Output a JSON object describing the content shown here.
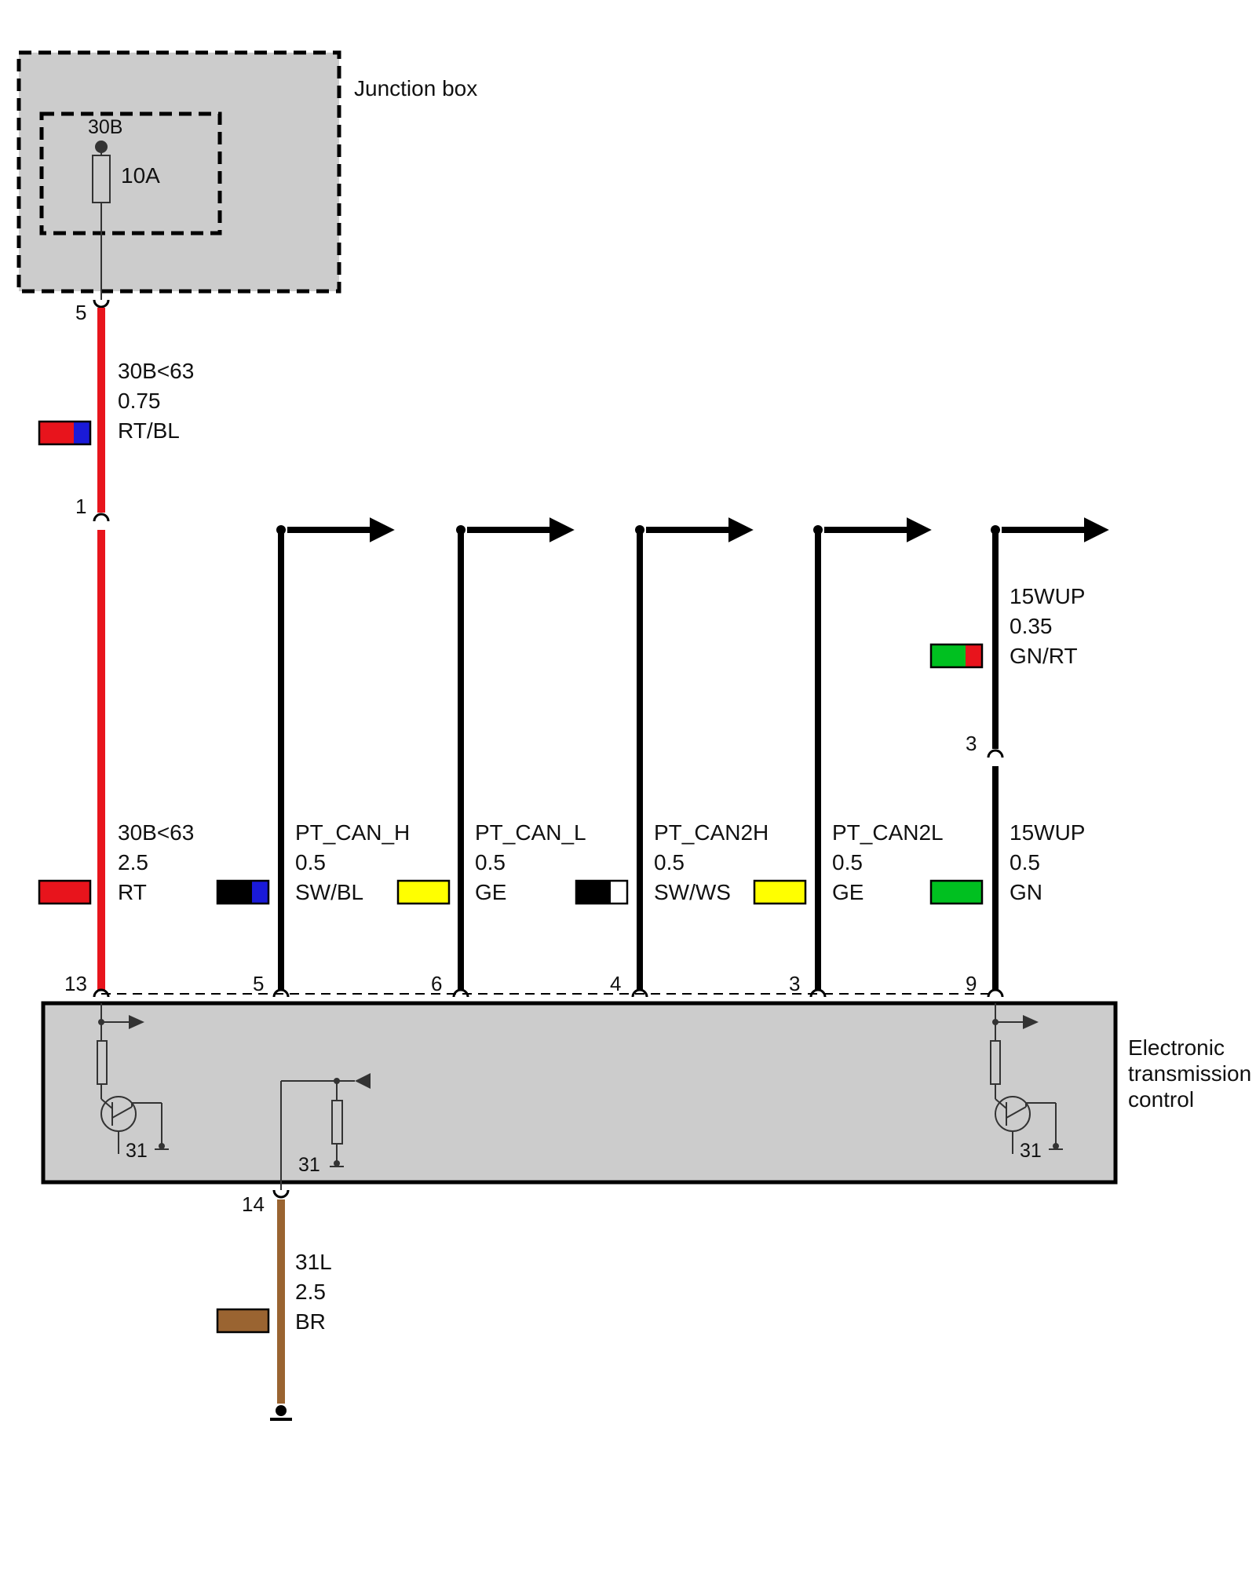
{
  "junction_box": {
    "label": "Junction box",
    "terminal": "30B",
    "fuse_rating": "10A",
    "output_pin": "5"
  },
  "connector_pin": "1",
  "upper_wire": {
    "circuit": "30B<63",
    "gauge": "0.75",
    "color_code": "RT/BL",
    "colors": [
      "#e8141c",
      "#1a1ad8"
    ]
  },
  "module": {
    "label_lines": [
      "Electronic",
      "transmission",
      "control"
    ],
    "ground_labels": [
      "31",
      "31",
      "31"
    ],
    "ground_pin": "14"
  },
  "wires": [
    {
      "pin": "13",
      "circuit": "30B<63",
      "gauge": "2.5",
      "color_code": "RT",
      "colors": [
        "#e8141c"
      ]
    },
    {
      "pin": "5",
      "circuit": "PT_CAN_H",
      "gauge": "0.5",
      "color_code": "SW/BL",
      "colors": [
        "#000000",
        "#1a1ad8"
      ]
    },
    {
      "pin": "6",
      "circuit": "PT_CAN_L",
      "gauge": "0.5",
      "color_code": "GE",
      "colors": [
        "#ffff00"
      ]
    },
    {
      "pin": "4",
      "circuit": "PT_CAN2H",
      "gauge": "0.5",
      "color_code": "SW/WS",
      "colors": [
        "#000000",
        "#ffffff"
      ]
    },
    {
      "pin": "3",
      "circuit": "PT_CAN2L",
      "gauge": "0.5",
      "color_code": "GE",
      "colors": [
        "#ffff00"
      ]
    },
    {
      "pin": "9",
      "circuit": "15WUP",
      "gauge": "0.5",
      "color_code": "GN",
      "colors": [
        "#00c020"
      ]
    }
  ],
  "wakeup_upper": {
    "connector_pin": "3",
    "circuit": "15WUP",
    "gauge": "0.35",
    "color_code": "GN/RT",
    "colors": [
      "#00c020",
      "#e8141c"
    ]
  },
  "ground_wire": {
    "circuit": "31L",
    "gauge": "2.5",
    "color_code": "BR",
    "colors": [
      "#9a6431"
    ]
  }
}
